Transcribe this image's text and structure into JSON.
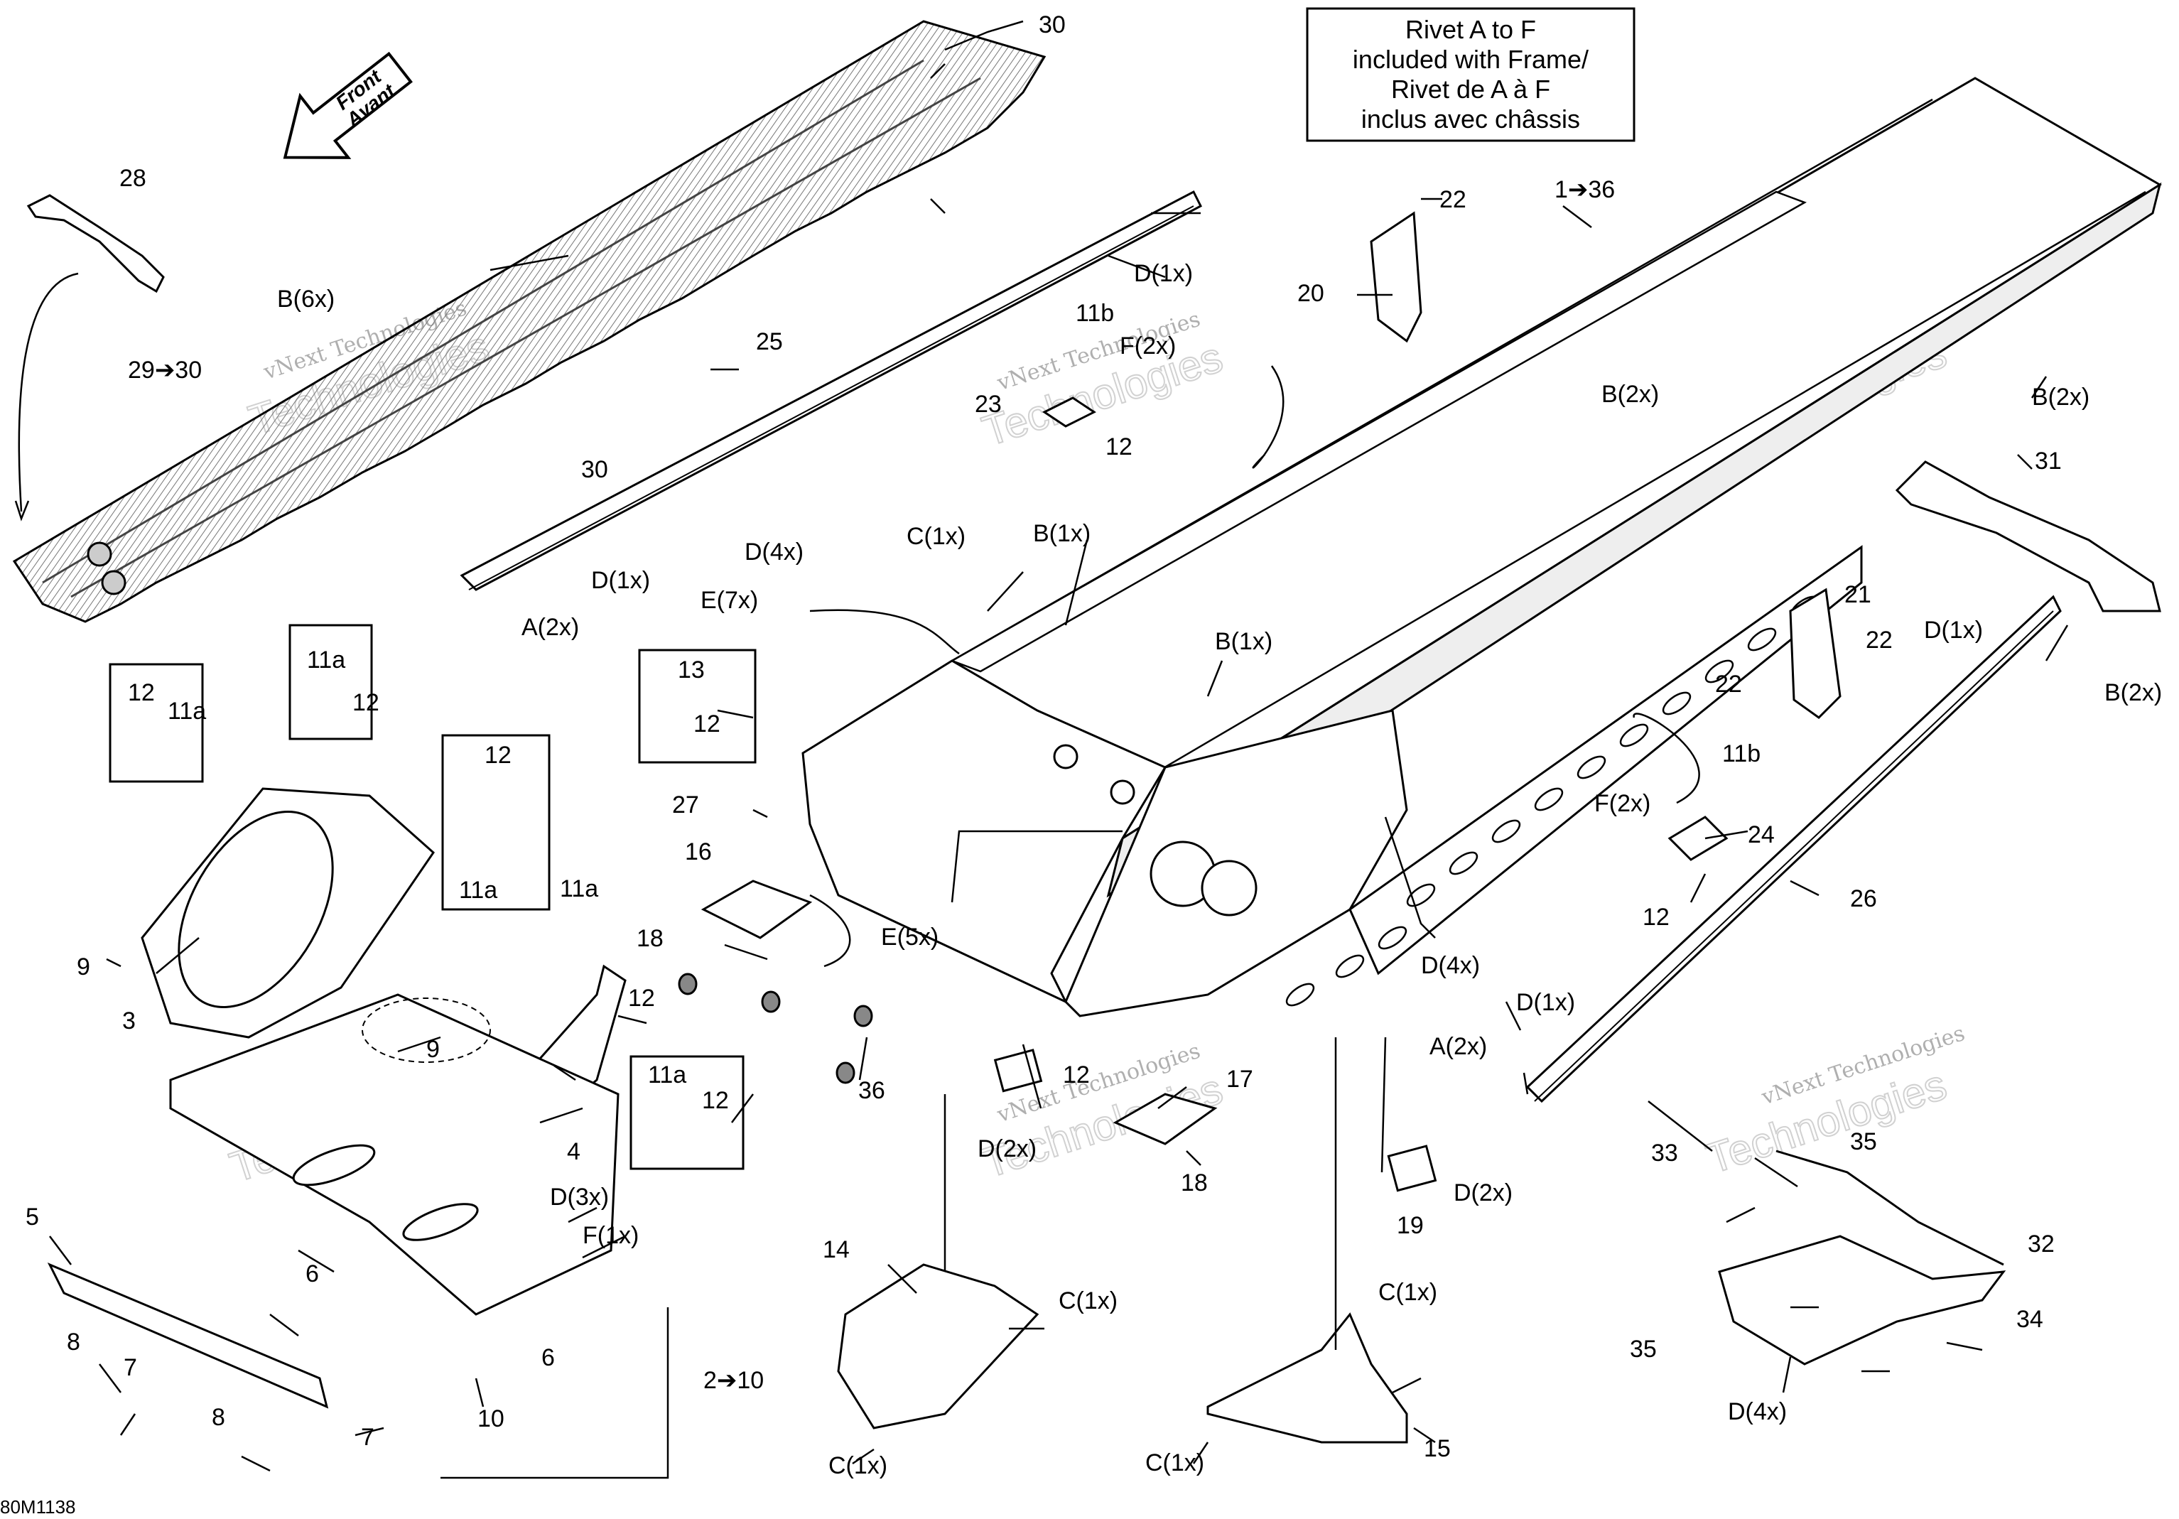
{
  "diagram": {
    "note_box": {
      "line1": "Rivet A to F",
      "line2": "included with Frame/",
      "line3": "Rivet de A à F",
      "line4": "inclus avec châssis"
    },
    "front_arrow": {
      "line1": "Front",
      "line2": "Avant"
    },
    "figure_code": "80M1138",
    "watermark": {
      "small": "vNext Technologies",
      "large": "Technologies"
    },
    "callouts": {
      "c30a": "30",
      "c28": "28",
      "c_b6x": "B(6x)",
      "c29_30": "29➔30",
      "c30b": "30",
      "c25": "25",
      "c_d1x_a": "D(1x)",
      "c_d1x_b": "D(1x)",
      "c_a2x_a": "A(2x)",
      "c11b_a": "11b",
      "c_f2x_a": "F(2x)",
      "c23": "23",
      "c12_a": "12",
      "c22_a": "22",
      "c20": "20",
      "c1_36": "1➔36",
      "c_b2x_a": "B(2x)",
      "c_b2x_b": "B(2x)",
      "c31": "31",
      "c_b2x_c": "B(2x)",
      "c21": "21",
      "c22_b": "22",
      "c22_c": "22",
      "c_d1x_c": "D(1x)",
      "c11b_b": "11b",
      "c_f2x_b": "F(2x)",
      "c24": "24",
      "c12_b": "12",
      "c26": "26",
      "c_d4x_a": "D(4x)",
      "c_c1x_a": "C(1x)",
      "c_b1x_a": "B(1x)",
      "c_e7x": "E(7x)",
      "c_b1x_b": "B(1x)",
      "c13": "13",
      "c12_c": "12",
      "c27": "27",
      "c16": "16",
      "c18_a": "18",
      "c_e5x": "E(5x)",
      "c_d4x_b": "D(4x)",
      "c_d1x_d": "D(1x)",
      "c_a2x_b": "A(2x)",
      "c36": "36",
      "c12_d": "12",
      "c17": "17",
      "c_d2x_a": "D(2x)",
      "c18_b": "18",
      "c_d2x_b": "D(2x)",
      "c19": "19",
      "c12_e": "12",
      "c11a_a": "11a",
      "c11a_b": "11a",
      "c12_f": "12",
      "c12_g": "12",
      "c11a_c": "11a",
      "c11a_d": "11a",
      "c12_h": "12",
      "c9_a": "9",
      "c3": "3",
      "c9_b": "9",
      "c4": "4",
      "c11a_e": "11a",
      "c12_i": "12",
      "c5": "5",
      "c6_a": "6",
      "c_d3x": "D(3x)",
      "c_f1x": "F(1x)",
      "c8_a": "8",
      "c7_a": "7",
      "c6_b": "6",
      "c8_b": "8",
      "c7_b": "7",
      "c10": "10",
      "c2_10": "2➔10",
      "c14": "14",
      "c_c1x_b": "C(1x)",
      "c_c1x_c": "C(1x)",
      "c_c1x_d": "C(1x)",
      "c_c1x_e": "C(1x)",
      "c15": "15",
      "c33": "33",
      "c35_a": "35",
      "c32": "32",
      "c35_b": "35",
      "c34": "34",
      "c_d4x_c": "D(4x)"
    }
  }
}
